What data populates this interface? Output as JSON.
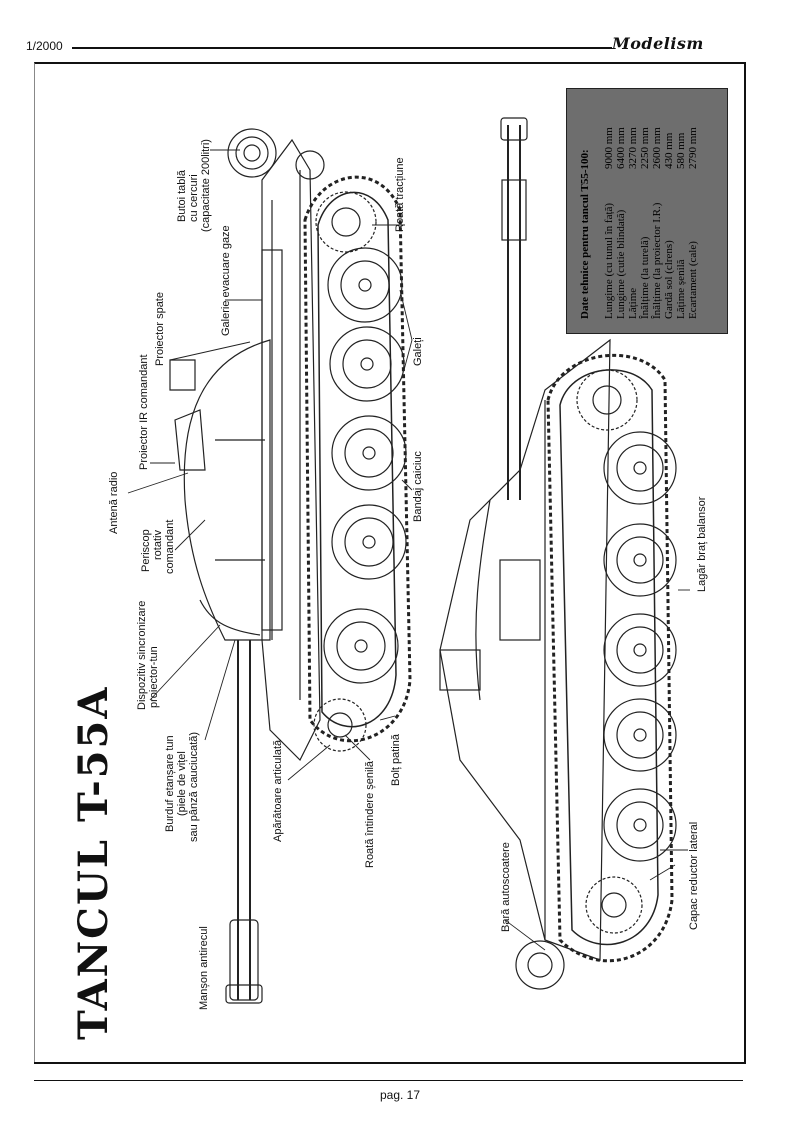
{
  "header": {
    "issue": "1/2000",
    "brand": "Modelism"
  },
  "title": "TANCUL T-55A",
  "labels": {
    "butoi": [
      "Butoi tablă",
      "cu cercuri",
      "(capacitate 200litri)"
    ],
    "roata_tractiune": "Roată tracțiune",
    "galerie": "Galerie evacuare gaze",
    "proiector_spate": "Proiector spate",
    "galeti": "Galeți",
    "proiector_ir": "Proiector IR comandant",
    "antena": "Antenă radio",
    "bandaj": "Bandaj caiciuc",
    "periscop": [
      "Periscop",
      "rotativ",
      "comandant"
    ],
    "dispozitiv": [
      "Dispozitiv sincronizare",
      "proiector-tun"
    ],
    "burduf": [
      "Burduf etanșare tun",
      "(piele de vițel",
      "sau pânză cauciucată)"
    ],
    "aparatoare": "Apărătoare articulată",
    "roata_intindere": "Roată întindere șenilă",
    "bolt": "Bolț patină",
    "manson": "Manșon antirecul",
    "lagar": "Lagăr braț balansor",
    "capac": "Capac reductor lateral",
    "bara": [
      "Bară autoscoatere"
    ]
  },
  "specs": {
    "title": "Date tehnice pentru tancul T55-100:",
    "rows": [
      {
        "name": "Lungime (cu tunul în față)",
        "value": "9000 mm"
      },
      {
        "name": "Lungime (cutie blindată)",
        "value": "6400 mm"
      },
      {
        "name": "Lățime",
        "value": "3270 mm"
      },
      {
        "name": "Înălțime (la turelă)",
        "value": "2250 mm"
      },
      {
        "name": "Înălțime (la proiector I.R.)",
        "value": "2600 mm"
      },
      {
        "name": "Gardă sol (clrens)",
        "value": "430 mm"
      },
      {
        "name": "Lățime șenilă",
        "value": "580 mm"
      },
      {
        "name": "Ecartament (cale)",
        "value": "2790 mm"
      }
    ]
  },
  "footer": {
    "page": "pag. 17"
  }
}
